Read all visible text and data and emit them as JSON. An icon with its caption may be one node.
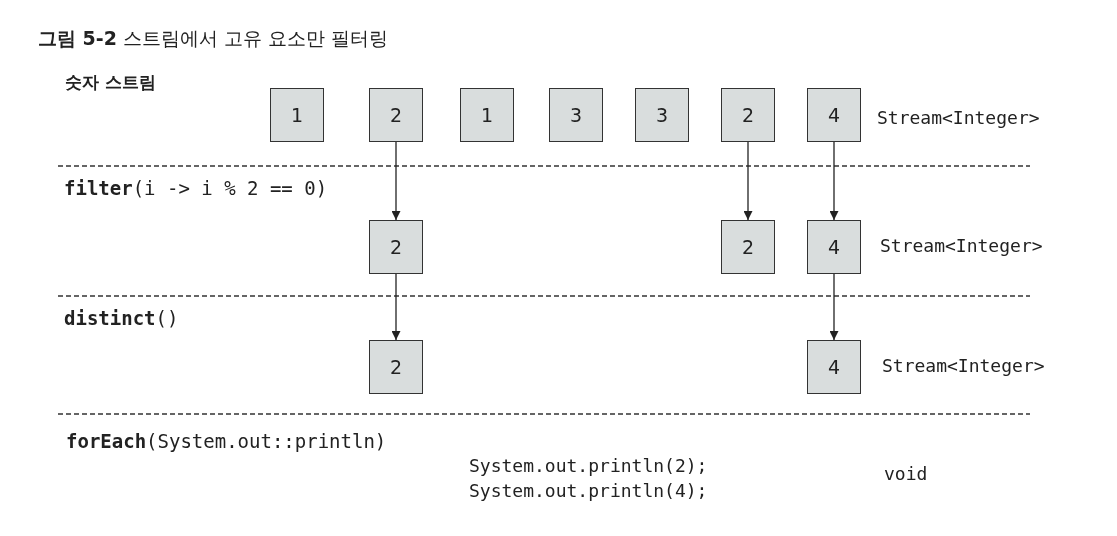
{
  "diagram": {
    "title": "**그림 5-2** 스트림에서 고유 요소만 필터링",
    "nodes": [
      {
        "text": [
          "1"
        ]
      },
      {
        "text": [
          "2"
        ]
      },
      {
        "text": [
          "1"
        ]
      },
      {
        "text": [
          "3"
        ]
      },
      {
        "text": [
          "3"
        ]
      },
      {
        "text": [
          "2"
        ]
      },
      {
        "text": [
          "4"
        ]
      },
      {
        "text": [
          "2"
        ]
      },
      {
        "text": [
          "2"
        ]
      },
      {
        "text": [
          "4"
        ]
      },
      {
        "text": [
          "2"
        ]
      },
      {
        "text": [
          "4"
        ]
      }
    ],
    "edges": [
      {
        "from": 1,
        "to": 7,
        "arrow": "to"
      },
      {
        "from": 5,
        "to": 8,
        "arrow": "to"
      },
      {
        "from": 6,
        "to": 9,
        "arrow": "to"
      },
      {
        "from": 7,
        "to": 10,
        "arrow": "to"
      },
      {
        "from": 9,
        "to": 11,
        "arrow": "to"
      }
    ],
    "labels": [
      "숫자 스트림",
      "Stream<Integer>",
      "**filter**(i -> i % 2 == 0)",
      "Stream<Integer>",
      "**distinct**()",
      "Stream<Integer>",
      "**forEach**(System.out::println)",
      "System.out.println(2);",
      "System.out.println(4);",
      "void"
    ]
  }
}
